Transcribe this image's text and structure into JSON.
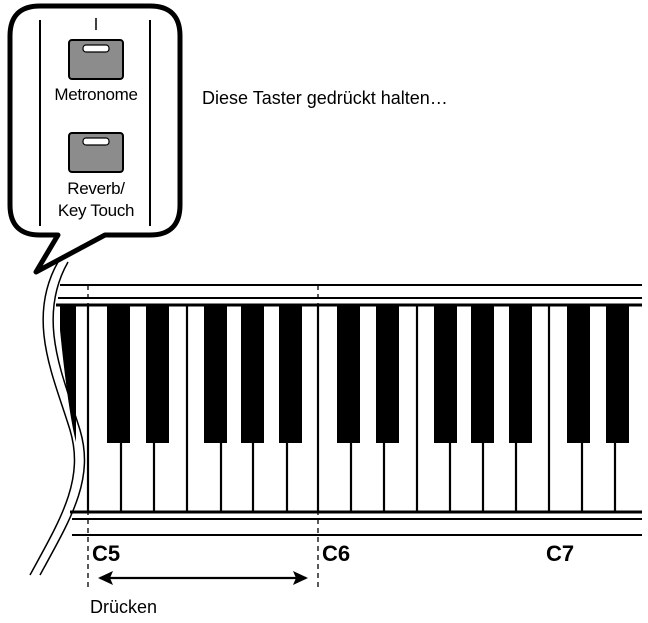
{
  "panel": {
    "buttons": [
      {
        "label": "Metronome"
      },
      {
        "label": "Reverb/\nKey Touch"
      }
    ]
  },
  "instruction": "Diese Taster gedrückt halten…",
  "keyboard": {
    "labels": [
      "C5",
      "C6",
      "C7"
    ]
  },
  "press_label": "Drücken"
}
